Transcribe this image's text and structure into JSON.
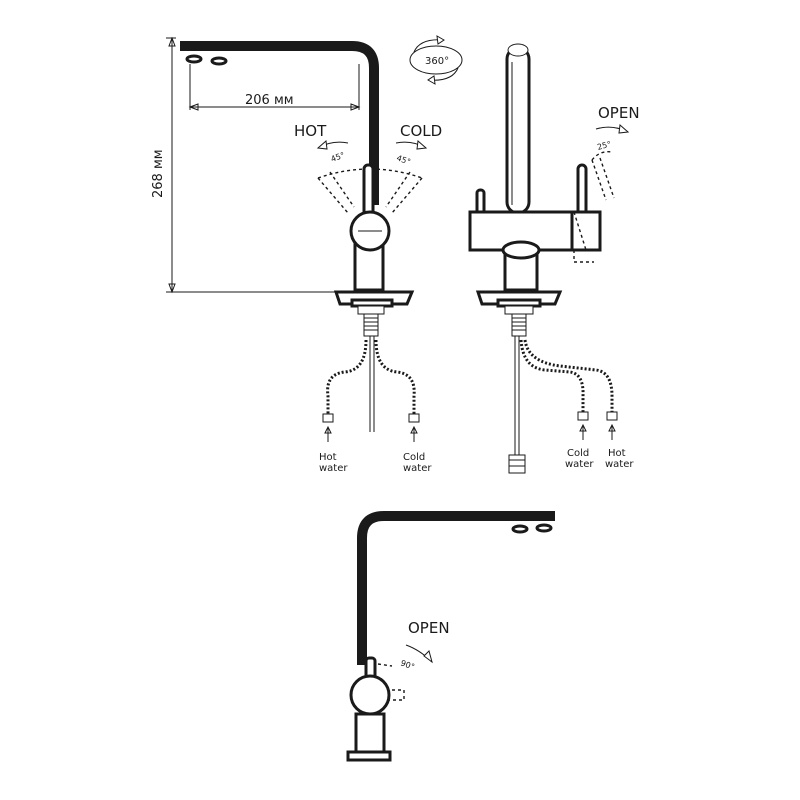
{
  "colors": {
    "line": "#1a1a1a",
    "background": "#ffffff"
  },
  "dimensions": {
    "reach": "206 мм",
    "height": "268 мм"
  },
  "rotation": {
    "label": "360°"
  },
  "side_view": {
    "hot_label": "HOT",
    "cold_label": "COLD",
    "hot_angle": "45°",
    "cold_angle": "45°",
    "inlets": [
      {
        "line1": "Hot",
        "line2": "water"
      },
      {
        "line1": "Cold",
        "line2": "water"
      }
    ]
  },
  "front_view": {
    "open_label": "OPEN",
    "open_angle": "25°",
    "inlets": [
      {
        "line1": "Cold",
        "line2": "water"
      },
      {
        "line1": "Hot",
        "line2": "water"
      }
    ]
  },
  "bottom_view": {
    "open_label": "OPEN",
    "open_angle": "90°"
  }
}
